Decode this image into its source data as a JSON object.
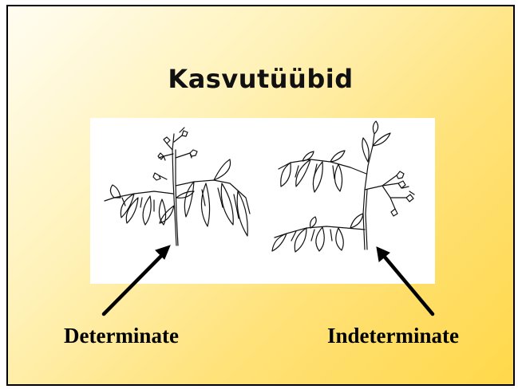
{
  "slide": {
    "title": "Kasvutüübid",
    "labels": {
      "left": "Determinate",
      "right": "Indeterminate"
    },
    "illustration": {
      "left_icon": "determinate-tomato-plant-drawing",
      "right_icon": "indeterminate-tomato-plant-drawing"
    },
    "colors": {
      "background_light": "#fffdf2",
      "background_dark": "#ffd84a",
      "text": "#000000"
    }
  }
}
